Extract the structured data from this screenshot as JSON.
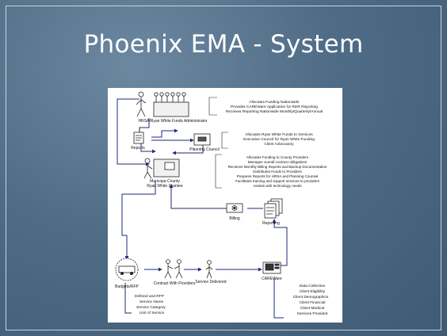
{
  "slide": {
    "title": "Phoenix EMA - System"
  },
  "diagram": {
    "nodes": {
      "hrsa": "HRSA/Ryan White Funds Administrator",
      "reports": "Reports",
      "planning_council": "Planning Council",
      "grantee_line1": "Maricopa County",
      "grantee_line2": "Ryan White Grantee",
      "billing": "Billing",
      "reporting": "Reporting",
      "budgets": "Budgets/RFP",
      "contract": "Contract With Providers",
      "service": "Service Delivered",
      "careware": "CAREWare"
    },
    "hrsa_notes": [
      "Allocates Funding Nationwide",
      "Provides CAREWare Application for RDR Reporting",
      "Receives Reporting Nationwide Monthly/Quarterly/Annual"
    ],
    "council_notes": [
      "Allocates Ryan White Funds to Services",
      "Executive Council for Ryan White Funding",
      "Client Advocatory"
    ],
    "grantee_notes": [
      "Allocates Funding to County Providers",
      "Manages overall contract obligations",
      "Receives Monthly Billing Reports and Backup Documentation",
      "Distributes Funds to Providers",
      "Prepares Reports for HRSA and Planning Counsel",
      "Facilitates training and support services to providers",
      "Assists with technology needs"
    ],
    "budget_notes": [
      "Defined and RFP",
      "Service Name",
      "Service Category",
      "Unit of Service"
    ],
    "careware_notes": [
      "Data Collection",
      "Client Eligibility",
      "Client Demographics",
      "Client Financial",
      "Client Medical",
      "Services Provided"
    ]
  }
}
